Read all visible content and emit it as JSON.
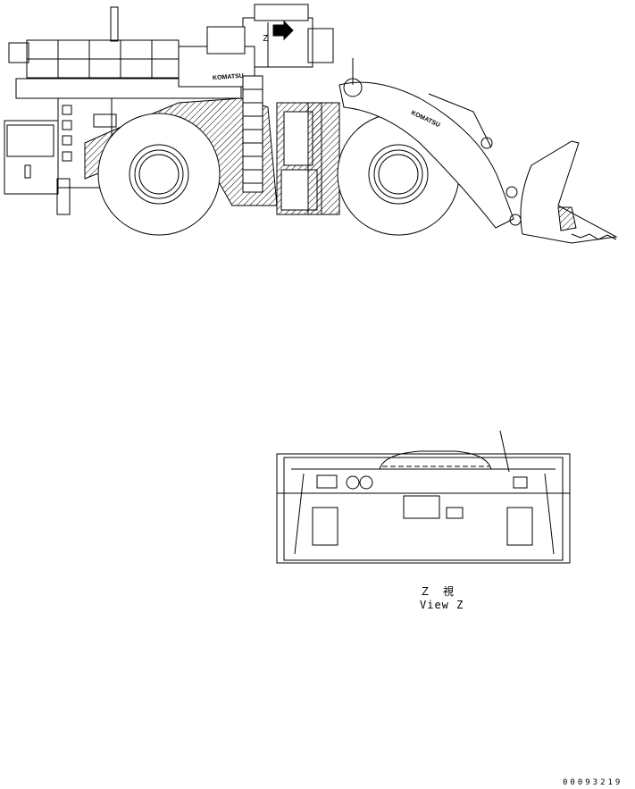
{
  "drawing": {
    "view_caption_jp": "Ｚ　視",
    "view_caption_en": "View Z",
    "view_marker": "Z",
    "brand_side": "KOMATSU",
    "brand_boom": "KOMATSU",
    "drawing_number": "00093219"
  }
}
